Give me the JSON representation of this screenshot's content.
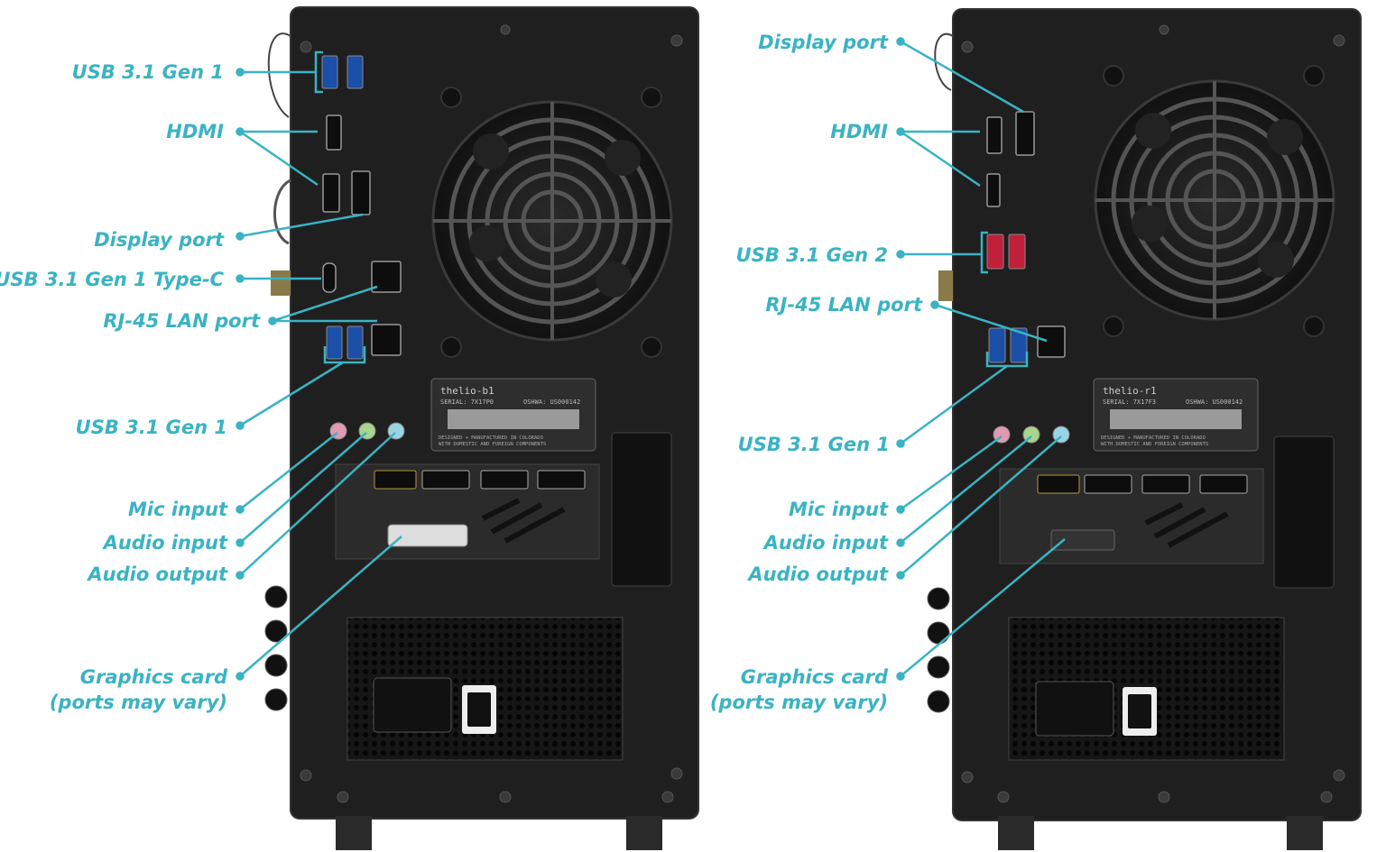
{
  "accent_color": "#3ab3c3",
  "left_unit": {
    "plate": {
      "model": "thelio-b1",
      "serial": "SERIAL: 7X17P0",
      "oshwa": "OSHWA: US000142",
      "footer_line1": "DESIGNED + MANUFACTURED IN COLORADO",
      "footer_line2": "WITH DOMESTIC AND FOREIGN COMPONENTS"
    },
    "labels": {
      "usb_top": "USB 3.1 Gen 1",
      "hdmi": "HDMI",
      "display_port": "Display port",
      "usb_typec": "USB 3.1 Gen 1 Type-C",
      "rj45": "RJ-45 LAN port",
      "usb_bottom": "USB 3.1 Gen 1",
      "mic": "Mic input",
      "audio_in": "Audio input",
      "audio_out": "Audio output",
      "gpu_line1": "Graphics card",
      "gpu_line2": "(ports may vary)"
    }
  },
  "right_unit": {
    "plate": {
      "model": "thelio-r1",
      "serial": "SERIAL: 7X17F3",
      "oshwa": "OSHWA: US000142",
      "footer_line1": "DESIGNED + MANUFACTURED IN COLORADO",
      "footer_line2": "WITH DOMESTIC AND FOREIGN COMPONENTS"
    },
    "labels": {
      "display_port": "Display port",
      "hdmi": "HDMI",
      "usb_gen2": "USB 3.1 Gen 2",
      "rj45": "RJ-45 LAN port",
      "usb": "USB 3.1 Gen 1",
      "mic": "Mic input",
      "audio_in": "Audio input",
      "audio_out": "Audio output",
      "gpu_line1": "Graphics card",
      "gpu_line2": "(ports may vary)"
    }
  }
}
